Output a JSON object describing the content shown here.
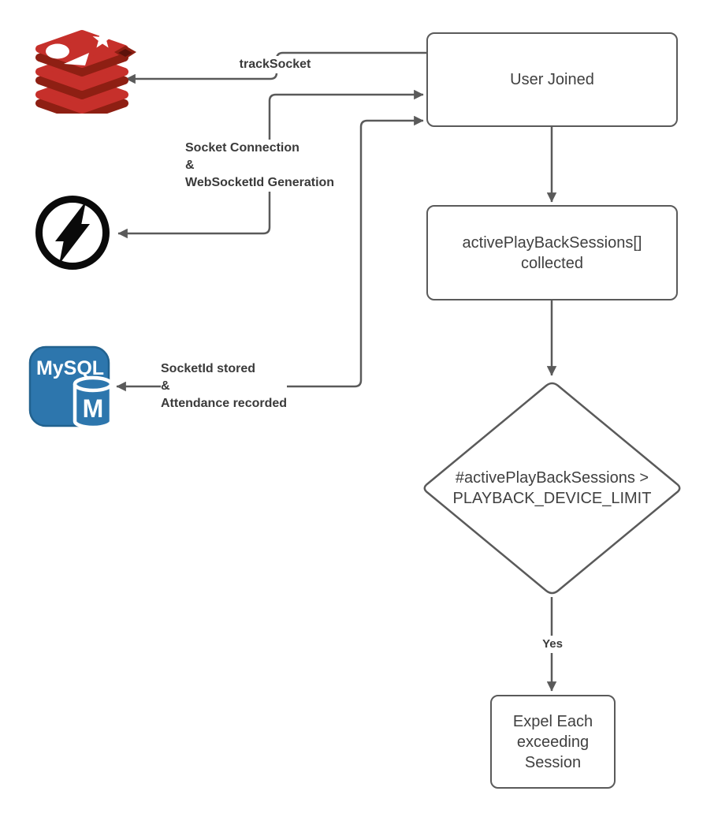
{
  "nodes": {
    "user_joined": {
      "line1": "User Joined"
    },
    "sessions_collected": {
      "line1": "activePlayBackSessions[]",
      "line2": "collected"
    },
    "limit_check": {
      "line1": "#activePlayBackSessions >",
      "line2": "PLAYBACK_DEVICE_LIMIT"
    },
    "expel_session": {
      "line1": "Expel Each",
      "line2": "exceeding",
      "line3": "Session"
    }
  },
  "edge_labels": {
    "track_socket": "trackSocket",
    "socket_connection_1": "Socket Connection",
    "socket_connection_2": "&",
    "socket_connection_3": "WebSocketId Generation",
    "socketid_stored_1": "SocketId stored",
    "socketid_stored_2": "&",
    "socketid_stored_3": "Attendance recorded",
    "yes": "Yes"
  },
  "icons": {
    "redis": "redis-database",
    "websocket": "websocket-lightning",
    "mysql": "mysql-database",
    "mysql_title": "MySQL",
    "mysql_letter": "M"
  },
  "colors": {
    "line": "#5a5a5a",
    "node_border": "#5a5a5a",
    "node_text": "#404040",
    "label_text": "#3a3a3a",
    "redis_red": "#c6302b",
    "redis_dark_red": "#8e1f13",
    "mysql_blue": "#2d76ad",
    "websocket_black": "#0a0a0a",
    "background": "#ffffff"
  }
}
